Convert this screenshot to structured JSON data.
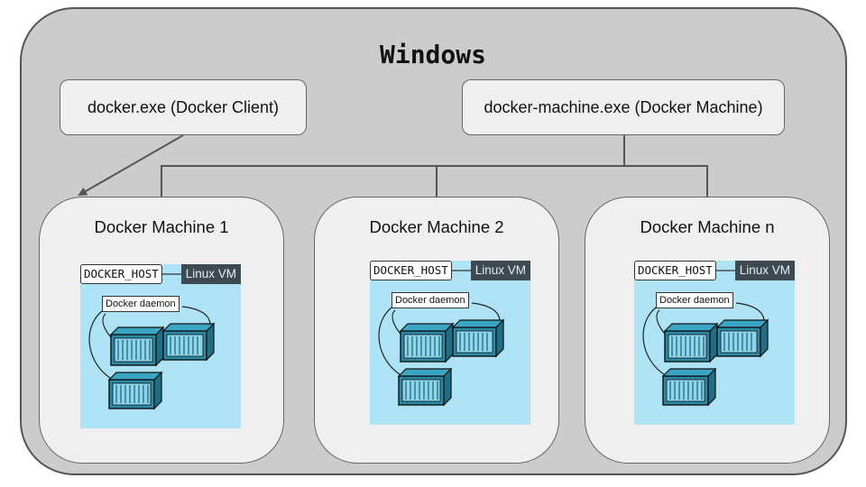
{
  "windows": {
    "title": "Windows"
  },
  "client_box": {
    "label": "docker.exe (Docker Client)"
  },
  "machine_tool_box": {
    "label": "docker-machine.exe (Docker Machine)"
  },
  "machines": [
    {
      "title": "Docker Machine 1",
      "host_label": "DOCKER_HOST",
      "vm_label": "Linux VM",
      "daemon_label": "Docker daemon"
    },
    {
      "title": "Docker Machine 2",
      "host_label": "DOCKER_HOST",
      "vm_label": "Linux VM",
      "daemon_label": "Docker daemon"
    },
    {
      "title": "Docker Machine n",
      "host_label": "DOCKER_HOST",
      "vm_label": "Linux VM",
      "daemon_label": "Docker daemon"
    }
  ],
  "colors": {
    "outer_bg": "#cccccc",
    "box_bg": "#efefef",
    "vm_bg": "#aee3f5",
    "container": "#2b8ba6",
    "vm_tag": "#3d4a52"
  }
}
